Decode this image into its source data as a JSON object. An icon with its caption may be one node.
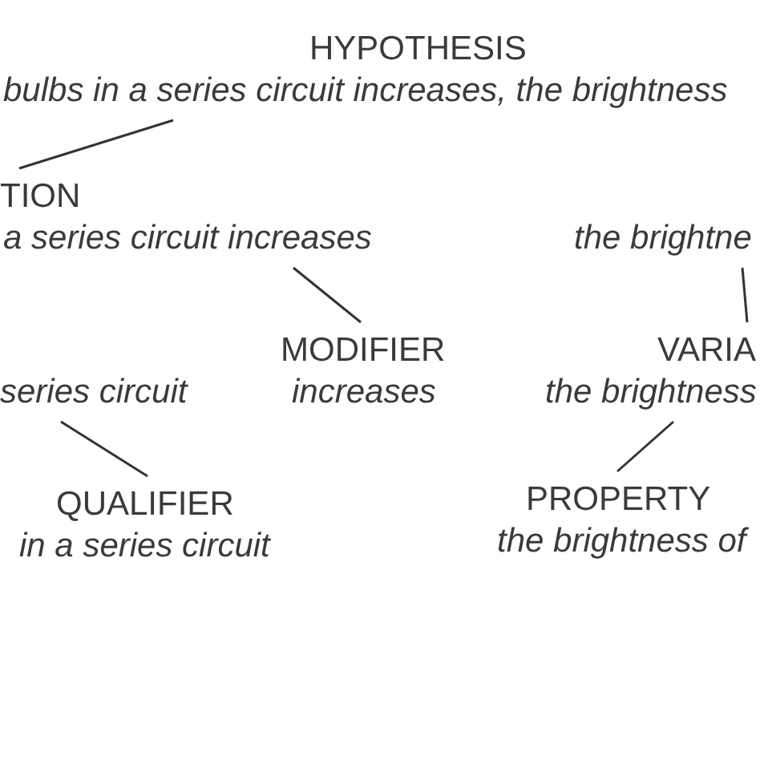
{
  "diagram": {
    "nodes": [
      {
        "text": [
          "HYPOTHESIS",
          "bulbs in a series circuit increases, the brightness"
        ]
      },
      {
        "text": [
          "TION",
          "a series circuit increases"
        ]
      },
      {
        "text": [
          "the brightne"
        ]
      },
      {
        "text": [
          "MODIFIER",
          "increases"
        ]
      },
      {
        "text": [
          "VARIA",
          "the brightness"
        ]
      },
      {
        "text": [
          "series circuit"
        ]
      },
      {
        "text": [
          "QUALIFIER",
          "in a series circuit"
        ]
      },
      {
        "text": [
          "PROPERTY",
          "the brightness of"
        ]
      }
    ],
    "edges": [
      {
        "from": 0,
        "to": 1,
        "arrow": "none"
      },
      {
        "from": 1,
        "to": 3,
        "arrow": "none"
      },
      {
        "from": 2,
        "to": 4,
        "arrow": "none"
      },
      {
        "from": 5,
        "to": 6,
        "arrow": "none"
      },
      {
        "from": 4,
        "to": 7,
        "arrow": "none"
      }
    ]
  }
}
